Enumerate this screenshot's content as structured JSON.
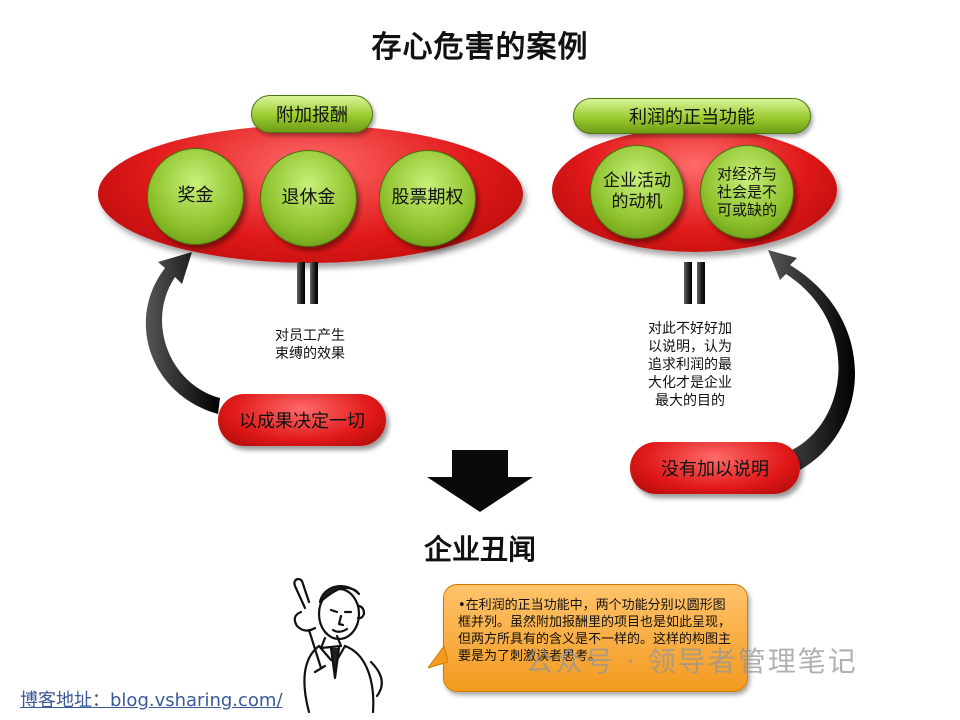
{
  "title": "存心危害的案例",
  "left": {
    "header": "附加报酬",
    "items": [
      "奖金",
      "退休金",
      "股票期权"
    ],
    "note": [
      "对员工产生",
      "束缚的效果"
    ],
    "action": "以成果决定一切"
  },
  "right": {
    "header": "利润的正当功能",
    "items": [
      [
        "企业活动",
        "的动机"
      ],
      [
        "对经济与",
        "社会是不",
        "可或缺的"
      ]
    ],
    "note": [
      "对此不好好加",
      "以说明，认为",
      "追求利润的最",
      "大化才是企业",
      "最大的目的"
    ],
    "action": "没有加以说明"
  },
  "subtitle": "企业丑闻",
  "callout": "•在利润的正当功能中，两个功能分别以圆形图框并列。虽然附加报酬里的项目也是如此呈现，但两方所具有的含义是不一样的。这样的构图主要是为了刺激读者思考。",
  "footer": {
    "link": "博客地址：blog.vsharing.com/"
  },
  "watermark": "公众号 · 领导者管理笔记",
  "colors": {
    "red": "#e01818",
    "green": "#8cc02a",
    "orange": "#f39a1f"
  }
}
